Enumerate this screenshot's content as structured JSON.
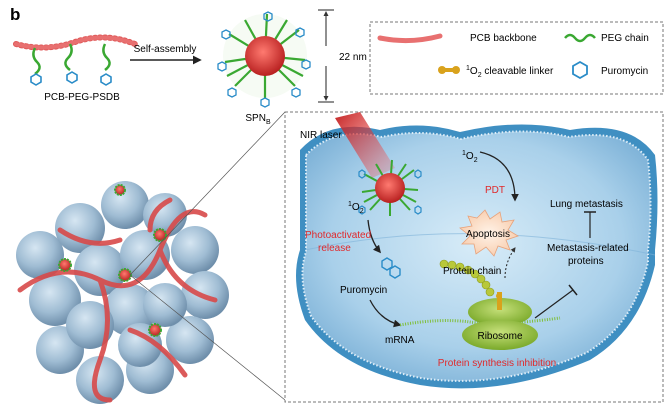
{
  "panel_label": "b",
  "top": {
    "monomer_label": "PCB-PEG-PSDB",
    "arrow_label": "Self-assembly",
    "nanoparticle_label": "SPN",
    "nanoparticle_sub": "B",
    "size_label": "22 nm"
  },
  "legend": {
    "pcb": "PCB backbone",
    "peg": "PEG chain",
    "linker_sup": "1",
    "linker": "O",
    "linker_sub": "2",
    "linker_rest": " cleavable linker",
    "puro": "Puromycin"
  },
  "cell": {
    "nir_laser": "NIR laser",
    "singlet_o2_top_sup": "1",
    "singlet_o2_top": "O",
    "singlet_o2_top_sub": "2",
    "singlet_o2_left_sup": "1",
    "singlet_o2_left": "O",
    "singlet_o2_left_sub": "2",
    "pdt": "PDT",
    "apoptosis": "Apoptosis",
    "photo_release_1": "Photoactivated",
    "photo_release_2": "release",
    "puromycin": "Puromycin",
    "protein_chain": "Protein chain",
    "mrna": "mRNA",
    "ribosome": "Ribosome",
    "inhibition": "Protein synthesis inhibition",
    "lung": "Lung metastasis",
    "meta_1": "Metastasis-related",
    "meta_2": "proteins"
  },
  "colors": {
    "pcb_red": "#e05a5a",
    "peg_green": "#3aa832",
    "puro_blue": "#2a8cc8",
    "linker_gold": "#d9a21c",
    "cell_blue": "#9cc7e3",
    "ribosome_green": "#8bbf3a",
    "label_red": "#e0282a"
  }
}
